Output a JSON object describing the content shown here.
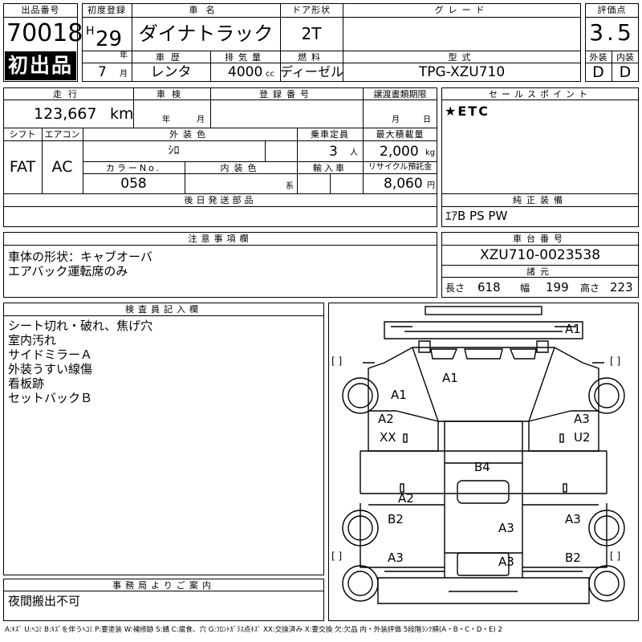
{
  "header": {
    "lot_no_label": "出品番号",
    "lot_no": "70018",
    "first_listing": "初出品",
    "reg_label": "初度登録",
    "era": "H",
    "reg_year": "29",
    "year_unit": "年",
    "reg_month": "7",
    "month_unit": "月",
    "car_name_label": "車名",
    "car_name": "ダイナトラック",
    "door_label": "ドア形状",
    "door": "2T",
    "grade_label": "グレード",
    "grade": "",
    "score_label": "評価点",
    "score": "3.5",
    "history_label": "車歴",
    "history": "レンタ",
    "displacement_label": "排気量",
    "displacement": "4000",
    "displacement_unit": "cc",
    "fuel_label": "燃料",
    "fuel": "ディーゼル",
    "model_label": "型式",
    "model": "TPG-XZU710",
    "ext_label": "外装",
    "ext": "D",
    "int_label": "内装",
    "int": "D"
  },
  "specs": {
    "mileage_label": "走行",
    "mileage": "123,667",
    "mileage_unit": "km",
    "inspection_label": "車検",
    "insp_year_unit": "年",
    "insp_month_unit": "月",
    "reg_no_label": "登録番号",
    "transfer_label": "譲渡書類期限",
    "tr_month_unit": "月",
    "tr_day_unit": "日",
    "shift_label": "シフト",
    "shift": "FAT",
    "ac_label": "エアコン",
    "ac": "AC",
    "ext_color_label": "外装色",
    "ext_color": "ｼﾛ",
    "capacity_label": "乗車定員",
    "capacity": "3",
    "capacity_unit": "人",
    "max_load_label": "最大積載量",
    "max_load": "2,000",
    "max_load_unit": "kg",
    "color_no_label": "カラーNo.",
    "color_no": "058",
    "int_color_label": "内装色",
    "int_color_unit": "系",
    "import_label": "輸入車",
    "recycle_label": "リサイクル預託金",
    "recycle": "8,060",
    "recycle_unit": "円",
    "later_parts_label": "後日発送部品"
  },
  "sales_points": {
    "label": "セールスポイント",
    "text": "★ETC"
  },
  "equipment": {
    "label": "純正装備",
    "text": "ｴｱB PS PW"
  },
  "notes": {
    "label": "注意事項欄",
    "lines": [
      "車体の形状：キャブオーバ",
      "エアバック運転席のみ"
    ]
  },
  "chassis": {
    "label": "車台番号",
    "number": "XZU710-0023538",
    "dims_label": "諸元",
    "length_label": "長さ",
    "length": "618",
    "width_label": "幅",
    "width": "199",
    "height_label": "高さ",
    "height": "223"
  },
  "inspector": {
    "label": "検査員記入欄",
    "lines": [
      "シート切れ・破れ、焦げ穴",
      "室内汚れ",
      "サイドミラーＡ",
      "外装うすい線傷",
      "看板跡",
      "セットバックＢ"
    ]
  },
  "office": {
    "label": "事務局よりご案内",
    "text": "夜間搬出不可"
  },
  "diagram": {
    "codes": {
      "front_bumper": "A1",
      "windshield": "A1",
      "left_front_fender": "A1",
      "left_door": "A2",
      "left_door_sub": "XX",
      "right_door": "A3",
      "right_door_sub": "U2",
      "bed_front": "B4",
      "under_bed": "A2",
      "left_rear_fender": "B2",
      "bed_rear_center": "A3",
      "right_rear_fender": "A3",
      "left_rear_body": "A3",
      "rear_center": "A3",
      "right_rear_body": "B2"
    },
    "bracket": "[ ]"
  },
  "legend": "A:ｷｽﾞ U:ﾍｺﾐ B:ｷｽﾞを伴うﾍｺﾐ P:要塗装 W:補修跡 S:錆 C:腐食、穴 G:ﾌﾛﾝﾄｶﾞﾗｽ点ｷｽﾞ XX:交換済み X:要交換 欠:欠品 内・外装評価 5段階ﾗﾝｸ順(A・B・C・D・E) 2"
}
